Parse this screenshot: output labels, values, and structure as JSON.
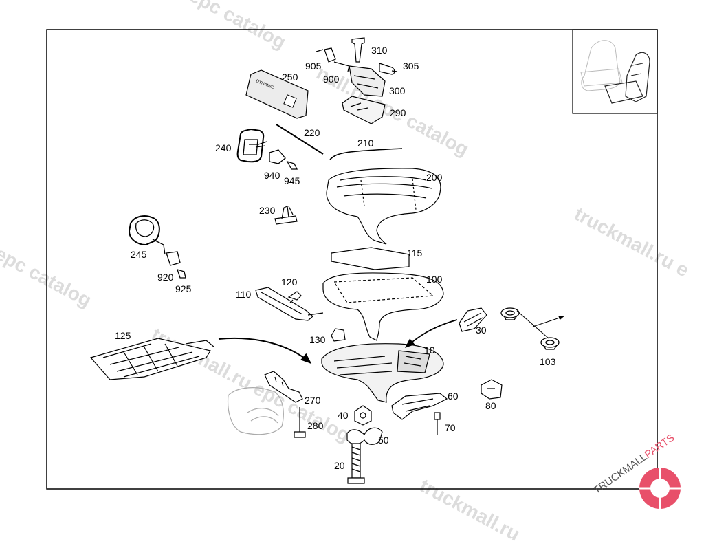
{
  "watermarks": [
    "rts.ru epc catalog",
    "nall.ru epc catalog",
    "truckmall.ru e",
    "ll.ru epc catalog",
    "truckmall.ru epc catalog",
    "truckmall.ru"
  ],
  "parts": [
    {
      "num": "310"
    },
    {
      "num": "905"
    },
    {
      "num": "305"
    },
    {
      "num": "900"
    },
    {
      "num": "250"
    },
    {
      "num": "300"
    },
    {
      "num": "290"
    },
    {
      "num": "220"
    },
    {
      "num": "210"
    },
    {
      "num": "240"
    },
    {
      "num": "940"
    },
    {
      "num": "945"
    },
    {
      "num": "200"
    },
    {
      "num": "230"
    },
    {
      "num": "245"
    },
    {
      "num": "115"
    },
    {
      "num": "920"
    },
    {
      "num": "925"
    },
    {
      "num": "100"
    },
    {
      "num": "120"
    },
    {
      "num": "110"
    },
    {
      "num": "30"
    },
    {
      "num": "125"
    },
    {
      "num": "130"
    },
    {
      "num": "10"
    },
    {
      "num": "103"
    },
    {
      "num": "270"
    },
    {
      "num": "60"
    },
    {
      "num": "80"
    },
    {
      "num": "40"
    },
    {
      "num": "280"
    },
    {
      "num": "70"
    },
    {
      "num": "50"
    },
    {
      "num": "20"
    }
  ],
  "stamp_text": "DYNAMIC",
  "logo": {
    "text_a": "TRUCKMALL",
    "text_b": "PARTS",
    "color_a": "#555555",
    "color_b": "#e8506a"
  },
  "colors": {
    "line": "#000000",
    "watermark": "#d9d9d9",
    "logo_accent": "#e8506a"
  }
}
